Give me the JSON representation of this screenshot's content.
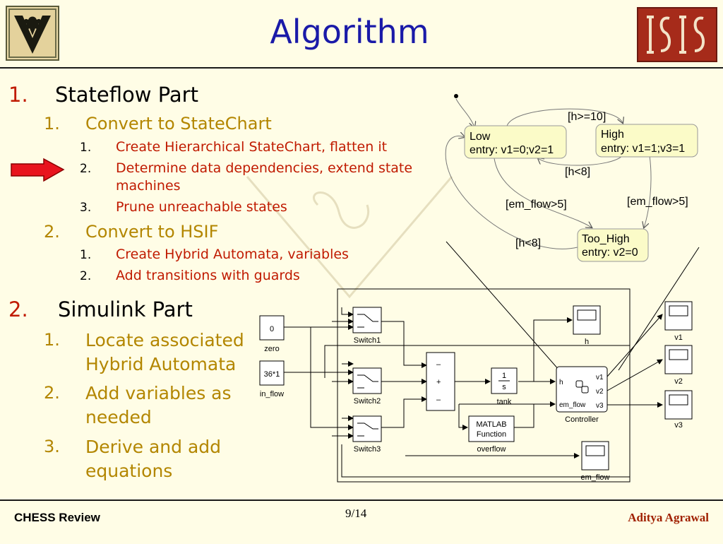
{
  "slide": {
    "title": "Algorithm",
    "page": "9/14"
  },
  "footer": {
    "left": "CHESS Review",
    "right": "Aditya Agrawal"
  },
  "outline": {
    "item1": {
      "num": "1.",
      "label": "Stateflow Part",
      "sub1": {
        "num": "1.",
        "label": "Convert to StateChart",
        "items": [
          {
            "num": "1.",
            "label": "Create Hierarchical StateChart, flatten it"
          },
          {
            "num": "2.",
            "label": "Determine data dependencies, extend state",
            "label2": "machines"
          },
          {
            "num": "3.",
            "label": "Prune unreachable states"
          }
        ]
      },
      "sub2": {
        "num": "2.",
        "label": "Convert to HSIF",
        "items": [
          {
            "num": "1.",
            "label": "Create Hybrid Automata, variables"
          },
          {
            "num": "2.",
            "label": "Add transitions with guards"
          }
        ]
      }
    },
    "item2": {
      "num": "2.",
      "label": "Simulink Part",
      "items": [
        {
          "num": "1.",
          "label": "Locate associated",
          "label2": "Hybrid Automata"
        },
        {
          "num": "2.",
          "label": "Add variables as",
          "label2": "needed"
        },
        {
          "num": "3.",
          "label": "Derive and add",
          "label2": "equations"
        }
      ]
    }
  },
  "stateflow": {
    "states": [
      {
        "name": "Low",
        "entry": "entry: v1=0;v2=1"
      },
      {
        "name": "High",
        "entry": "entry: v1=1;v3=1"
      },
      {
        "name": "Too_High",
        "entry": "entry: v2=0"
      }
    ],
    "transitions": [
      "[h>=10]",
      "[h<8]",
      "[em_flow>5]",
      "[em_flow>5]",
      "[h<8]"
    ]
  },
  "simulink": {
    "zero_value": "0",
    "zero_label": "zero",
    "inflow_value": "36*1",
    "inflow_label": "in_flow",
    "switch1": "Switch1",
    "switch2": "Switch2",
    "switch3": "Switch3",
    "scope_h": "h",
    "tank_num": "1",
    "tank_den": "s",
    "tank_label": "tank",
    "matlab_line1": "MATLAB",
    "matlab_line2": "Function",
    "overflow_label": "overflow",
    "controller_label": "Controller",
    "ctrl_in_h": "h",
    "ctrl_in_em": "em_flow",
    "ctrl_out": [
      "v1",
      "v2",
      "v3"
    ],
    "scopes_right": [
      "v1",
      "v2",
      "v3"
    ],
    "emflow_scope": "em_flow",
    "sum_signs": [
      "–",
      "+",
      "–"
    ]
  },
  "colors": {
    "title": "#1a1aa8",
    "number_red": "#c01a00",
    "level2_gold": "#b38600",
    "arrow_red": "#e8141e",
    "state_fill": "#fbfbc8"
  }
}
